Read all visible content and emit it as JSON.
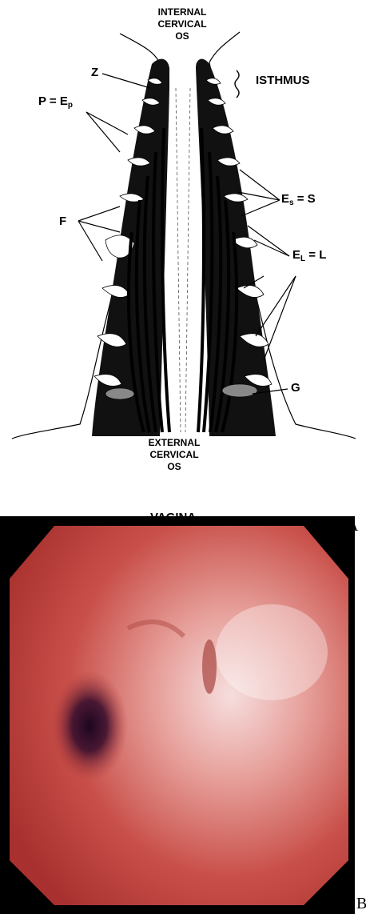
{
  "panel_a": {
    "labels": {
      "internal_os": [
        "INTERNAL",
        "CERVICAL",
        "OS"
      ],
      "isthmus": "ISTHMUS",
      "z": "Z",
      "p_main": "P = E",
      "p_sub": "p",
      "es_main": "E",
      "es_sub": "s",
      "es_rest": " = S",
      "f": "F",
      "el_main": "E",
      "el_sub": "L",
      "el_rest": " = L",
      "g": "G",
      "external_os": [
        "EXTERNAL",
        "CERVICAL",
        "OS"
      ],
      "vagina": "VAGINA"
    },
    "letter": "A"
  },
  "panel_b": {
    "letter": "B",
    "colors": {
      "tissue": "#c9504a",
      "highlight": "#f6dede",
      "shadow": "#3a0f2e",
      "frame": "#000000"
    }
  }
}
